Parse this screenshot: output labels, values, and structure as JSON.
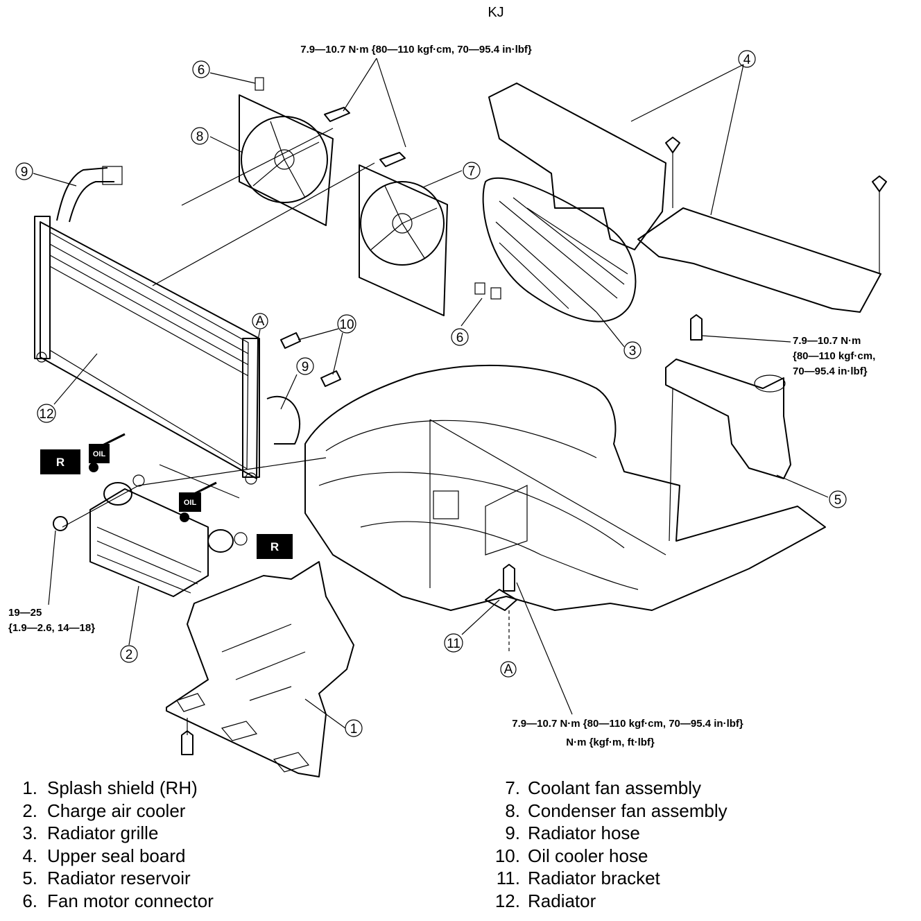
{
  "header": {
    "model_code": "KJ"
  },
  "torque_specs": {
    "top": "7.9—10.7 N·m {80—110 kgf·cm, 70—95.4 in·lbf}",
    "reservoir_line1": "7.9—10.7 N·m",
    "reservoir_line2": "{80—110 kgf·cm,",
    "reservoir_line3": "70—95.4 in·lbf}",
    "drain_line1": "19—25",
    "drain_line2": "{1.9—2.6, 14—18}",
    "bottom": "7.9—10.7 N·m {80—110 kgf·cm, 70—95.4 in·lbf}",
    "units": "N·m {kgf·m, ft·lbf}"
  },
  "badges": {
    "replace": "R",
    "oil": "OIL"
  },
  "reference_marks": {
    "a": "A"
  },
  "callouts": [
    "1",
    "2",
    "3",
    "4",
    "5",
    "6",
    "7",
    "8",
    "9",
    "10",
    "11",
    "12"
  ],
  "legend": [
    {
      "num": "1.",
      "label": "Splash shield (RH)"
    },
    {
      "num": "2.",
      "label": "Charge air cooler"
    },
    {
      "num": "3.",
      "label": "Radiator grille"
    },
    {
      "num": "4.",
      "label": "Upper seal board"
    },
    {
      "num": "5.",
      "label": "Radiator reservoir"
    },
    {
      "num": "6.",
      "label": "Fan motor connector"
    },
    {
      "num": "7.",
      "label": "Coolant fan assembly"
    },
    {
      "num": "8.",
      "label": "Condenser fan assembly"
    },
    {
      "num": "9.",
      "label": "Radiator hose"
    },
    {
      "num": "10.",
      "label": "Oil cooler hose"
    },
    {
      "num": "11.",
      "label": "Radiator bracket"
    },
    {
      "num": "12.",
      "label": "Radiator"
    }
  ]
}
